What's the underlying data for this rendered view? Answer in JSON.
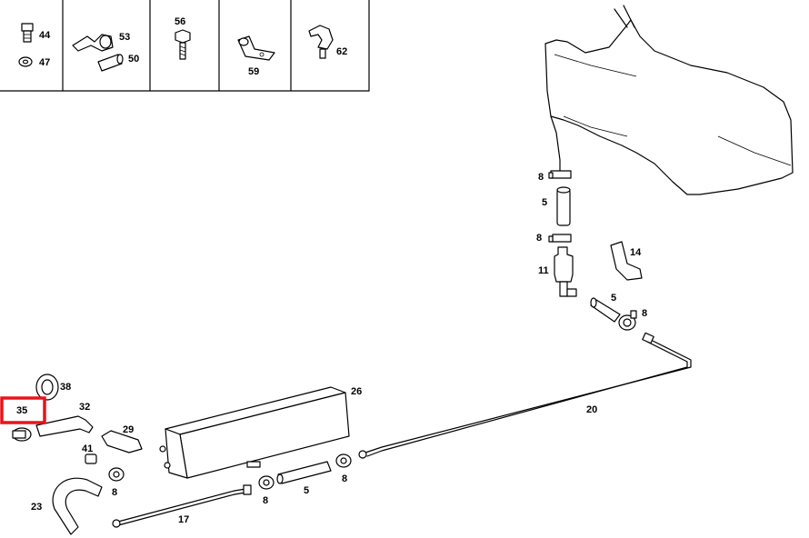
{
  "accent_color": "#e8141b",
  "highlighted_part": "35",
  "legend": {
    "cells": [
      {
        "labels": [
          "44",
          "47"
        ]
      },
      {
        "labels": [
          "53",
          "50"
        ]
      },
      {
        "labels": [
          "56"
        ]
      },
      {
        "labels": [
          "59"
        ]
      },
      {
        "labels": [
          "62"
        ]
      }
    ]
  },
  "callouts": {
    "p8_top": "8",
    "p5_top": "5",
    "p8_mid": "8",
    "p11": "11",
    "p14": "14",
    "p5_right": "5",
    "p8_right": "8",
    "p20": "20",
    "p38": "38",
    "p32": "32",
    "p35": "35",
    "p26": "26",
    "p29": "29",
    "p41": "41",
    "p8_a": "8",
    "p8_b": "8",
    "p5_bottom": "5",
    "p8_c": "8",
    "p23": "23",
    "p17": "17"
  }
}
